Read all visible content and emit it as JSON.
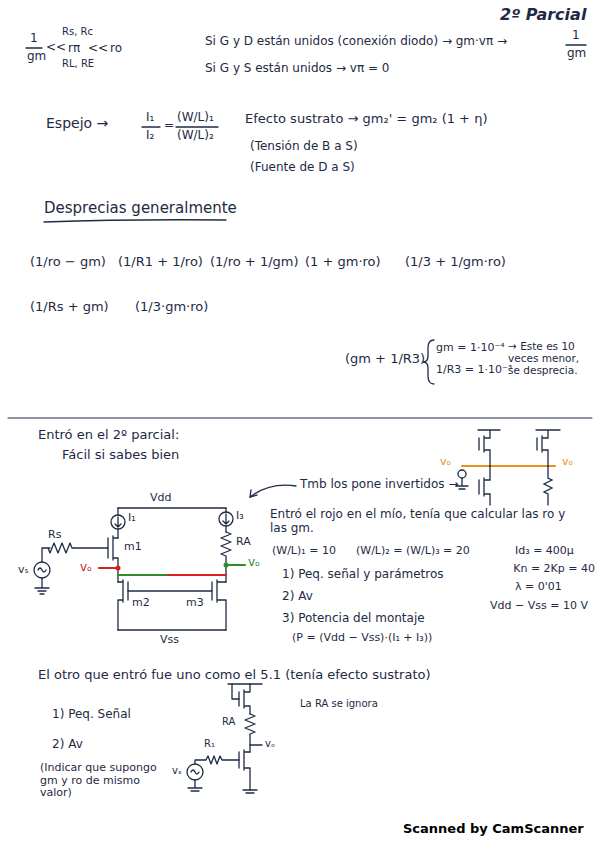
{
  "diagram": {
    "title": "2º Parcial",
    "labels": [
      "1",
      "gm",
      "<<",
      "Rs, Rc",
      "rπ",
      "<<",
      "ro",
      "RL, RE",
      "Si G y D están unidos (conexión diodo) → gm·vπ →",
      "1",
      "gm",
      "Si G y S están unidos → vπ = 0",
      "Espejo →",
      "I₁",
      "I₂",
      "=",
      "(W/L)₁",
      "(W/L)₂",
      "Efecto sustrato → gm₂' = gm₂ (1 + η)",
      "(Tensión de B a S)",
      "(Fuente de D a S)",
      "Desprecias generalmente",
      "(1/ro − gm)",
      "(1/R1 + 1/ro)",
      "(1/ro + 1/gm)",
      "(1 + gm·ro)",
      "(1/3 + 1/gm·ro)",
      "(1/Rs + gm)",
      "(1/3·gm·ro)",
      "(gm + 1/R3)",
      "gm = 1·10⁻⁴",
      "1/R3 = 1·10⁻³",
      "→ Este es 10 veces menor, se desprecia.",
      "Entró en el 2º parcial:",
      "Fácil si sabes bien",
      "Tmb los pone invertidos →",
      "vₒ",
      "vₒ",
      "Vdd",
      "Rs",
      "I₁",
      "I₃",
      "RA",
      "m1",
      "m2",
      "m3",
      "vₛ",
      "vₒ",
      "vₒ",
      "Vss",
      "Entró el rojo en el mío, tenía que calcular las ro y las gm.",
      "(W/L)₁ = 10",
      "(W/L)₂ = (W/L)₃ = 20",
      "Id₃ = 400μ",
      "Kn = 2Kp = 40",
      "λ = 0'01",
      "Vdd − Vss = 10 V",
      "1) Peq. señal y parámetros",
      "2) Av",
      "3) Potencia del montaje",
      "(P = (Vdd − Vss)·(I₁ + I₃))",
      "El otro que entró fue uno como el 5.1 (tenía efecto sustrato)",
      "1) Peq. Señal",
      "2) Av",
      "(Indicar que supongo gm y ro de mismo valor)",
      "La RA se ignora",
      "RA",
      "R₁",
      "vₛ",
      "vₒ",
      "Scanned by CamScanner"
    ]
  }
}
